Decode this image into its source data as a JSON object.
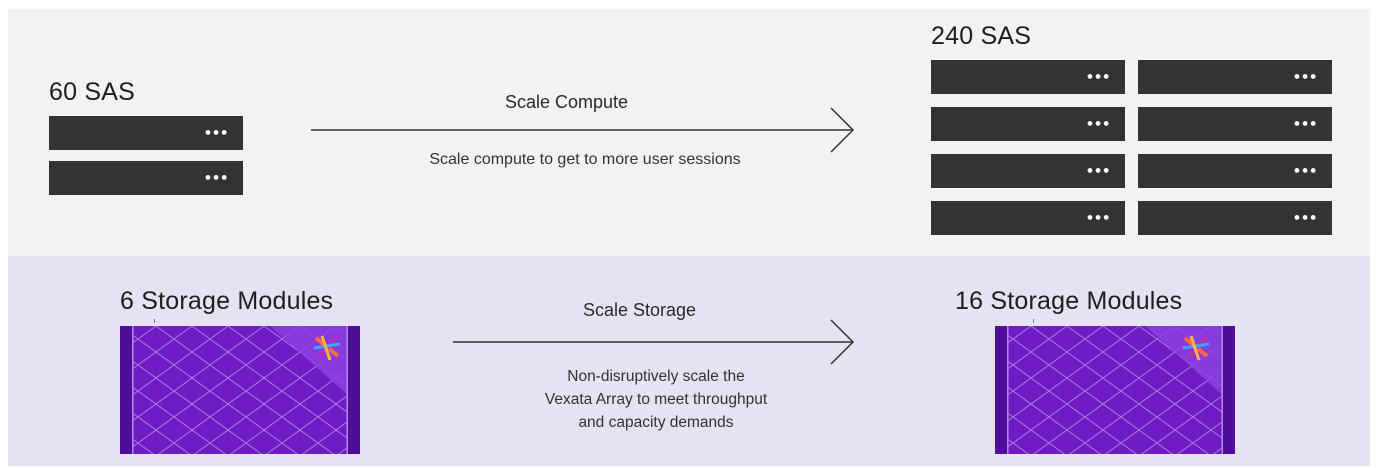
{
  "compute": {
    "left_label": "60 SAS",
    "right_label": "240 SAS",
    "arrow_title": "Scale Compute",
    "arrow_description": "Scale compute to get to more user sessions",
    "left_server_count": 2,
    "right_server_count": 8,
    "server_indicator": "●●●"
  },
  "storage": {
    "left_label": "6 Storage Modules",
    "right_label": "16 Storage Modules",
    "arrow_title": "Scale Storage",
    "arrow_description_lines": [
      "Non-disruptively scale the",
      "Vexata Array to meet throughput",
      "and capacity demands"
    ]
  },
  "colors": {
    "top_band": "#f2f2f2",
    "bottom_band": "#e5e2f1",
    "server": "#333333",
    "module_purple": "#6f1bc4",
    "module_dark": "#4f0e9a"
  },
  "icons": {
    "arrow": "right-arrow-icon",
    "logo": "vexata-logo-icon"
  }
}
